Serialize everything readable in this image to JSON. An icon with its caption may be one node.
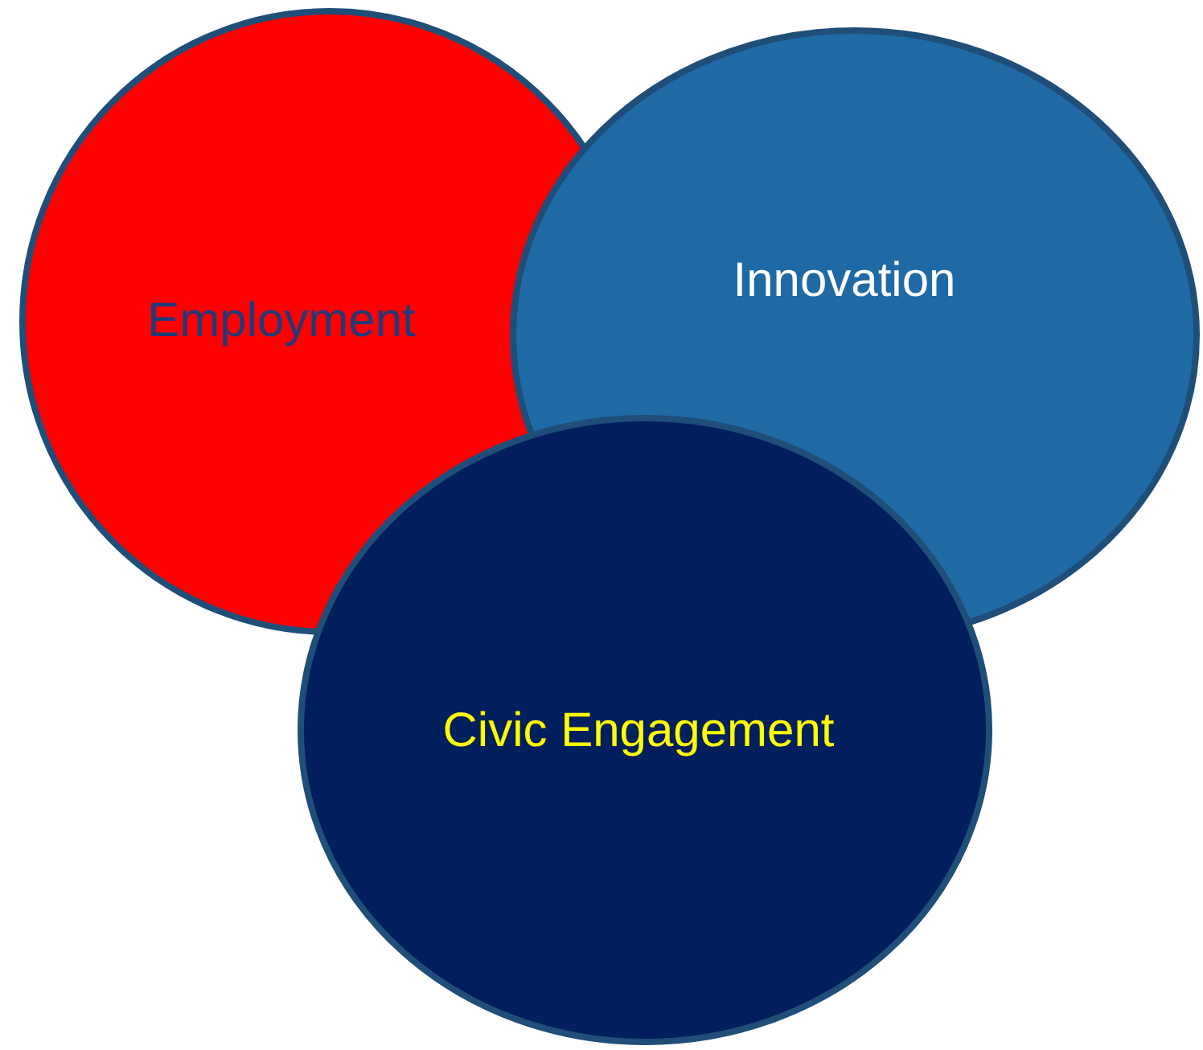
{
  "diagram": {
    "nodes": [
      {
        "text": [
          "Employment"
        ]
      },
      {
        "text": [
          "Innovation"
        ]
      },
      {
        "text": [
          "Civic Engagement"
        ]
      }
    ]
  }
}
